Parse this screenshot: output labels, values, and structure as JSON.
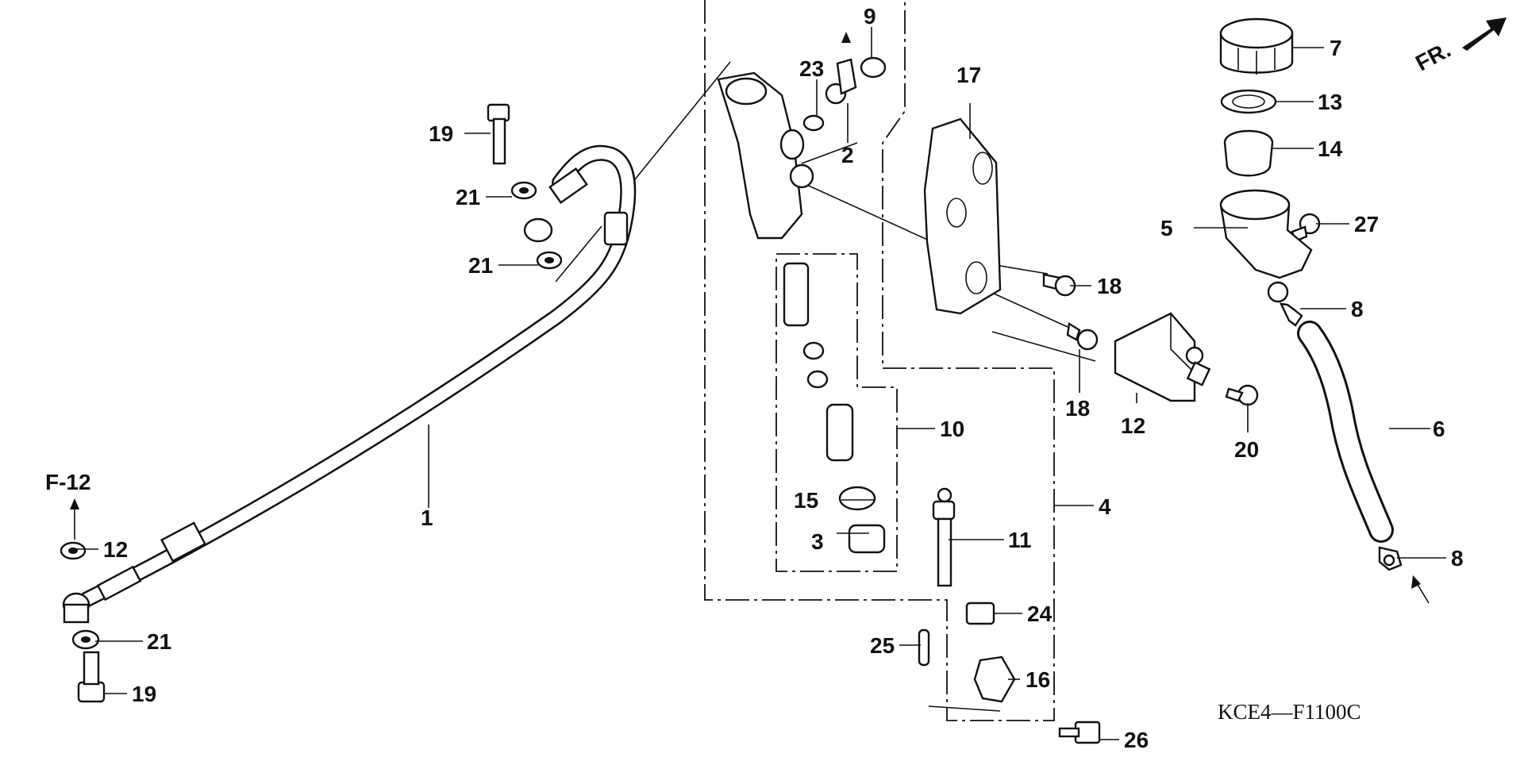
{
  "diagram": {
    "reference_code": "KCE4—F1100C",
    "front_indicator": "FR.",
    "page_ref": "F-12",
    "callouts": {
      "c1": "1",
      "c2": "2",
      "c3": "3",
      "c4": "4",
      "c5": "5",
      "c6": "6",
      "c7": "7",
      "c8a": "8",
      "c8b": "8",
      "c9": "9",
      "c10": "10",
      "c11": "11",
      "c12a": "12",
      "c12b": "12",
      "c13": "13",
      "c14": "14",
      "c15": "15",
      "c16": "16",
      "c17": "17",
      "c18a": "18",
      "c18b": "18",
      "c19a": "19",
      "c19b": "19",
      "c20": "20",
      "c21a": "21",
      "c21b": "21",
      "c21c": "21",
      "c23": "23",
      "c24": "24",
      "c25": "25",
      "c26": "26",
      "c27": "27"
    }
  }
}
